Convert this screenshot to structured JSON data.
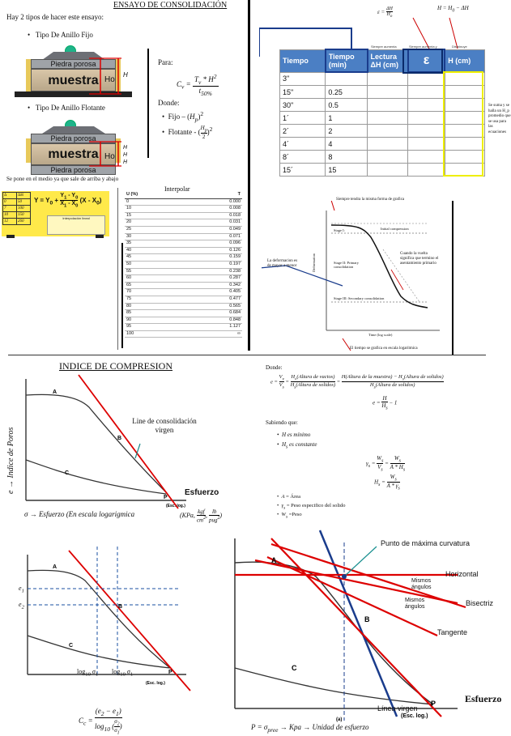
{
  "top": {
    "title": "ENSAYO DE CONSOLIDACIÓN",
    "intro": "Hay 2 tipos de hacer este ensayo:",
    "tipo_fijo": "Tipo De Anillo Fijo",
    "tipo_flotante": "Tipo De Anillo Flotante",
    "piedra_porosa": "Piedra porosa",
    "muestra": "muestra",
    "label_ho": "Ho",
    "label_h": "H",
    "note_medio": "Se pone en el medio ya que sale de arriba y abajo",
    "para": "Para:",
    "cv_formula": "C_v = T_v * H^2 / t_50%",
    "donde": "Donde:",
    "fijo": "Fijo – (H_p)^2",
    "flotante": "Flotante - (H_p/2)^2"
  },
  "interp": {
    "formula": "Y = Yo + (Y1 - Yo)/(X1 - Xo) (X - Xo)",
    "small_header": [
      "Interpolación lineal"
    ],
    "yellow_rows": [
      [
        "Δ",
        "ΔH"
      ],
      [
        "0",
        "50"
      ],
      [
        "7",
        "100"
      ],
      [
        "10",
        "150"
      ],
      [
        "12",
        "260"
      ]
    ]
  },
  "interpolar": {
    "title": "Interpolar",
    "col1": "U (%)",
    "col2": "T",
    "rows": [
      [
        "0",
        "0.000"
      ],
      [
        "10",
        "0.008"
      ],
      [
        "15",
        "0.018"
      ],
      [
        "20",
        "0.031"
      ],
      [
        "25",
        "0.049"
      ],
      [
        "30",
        "0.071"
      ],
      [
        "35",
        "0.096"
      ],
      [
        "40",
        "0.126"
      ],
      [
        "45",
        "0.159"
      ],
      [
        "50",
        "0.197"
      ],
      [
        "55",
        "0.238"
      ],
      [
        "60",
        "0.287"
      ],
      [
        "65",
        "0.342"
      ],
      [
        "70",
        "0.405"
      ],
      [
        "75",
        "0.477"
      ],
      [
        "80",
        "0.565"
      ],
      [
        "85",
        "0.684"
      ],
      [
        "90",
        "0.848"
      ],
      [
        "95",
        "1.127"
      ],
      [
        "100",
        "∞"
      ]
    ]
  },
  "lab_table": {
    "eps_formula_left": "ε = ΔH / H_o",
    "h_formula_right": "H = H_0 − ΔH",
    "tiny_headers": [
      "Siempre aumenta",
      "Siempre aumenta y",
      "Disminuye"
    ],
    "headers": [
      "Tiempo",
      "Tiempo (min)",
      "Lectura ΔH (cm)",
      "ε",
      "H (cm)"
    ],
    "rows": [
      [
        "3\"",
        ""
      ],
      [
        "15\"",
        "0.25"
      ],
      [
        "30\"",
        "0.5"
      ],
      [
        "1´",
        "1"
      ],
      [
        "2´",
        "2"
      ],
      [
        "4´",
        "4"
      ],
      [
        "8´",
        "8"
      ],
      [
        "15´",
        "15"
      ]
    ],
    "side_note": "Se suma y se halla un H_p promedio que se usa para las ecuaciones",
    "graph_caption_top": "Siempre tendra la misma forma de grafica",
    "graph_caption_bottom": "El tiempo se grafica en escala logarítmica",
    "deformacion_note": "La deformacion es de mayor a menor",
    "curve_note": "Cuando la vuelta significa que termino el asentamiento primario",
    "stage1": "Stage I:",
    "initial_comp": "Initial compression",
    "stage2": "Stage II: Primary consolidation",
    "stage3": "Stage III: Secondary consolidation",
    "x_axis": "Time (log scale)",
    "y_axis": "Deformation"
  },
  "indice": {
    "title": "INDICE DE COMPRESION",
    "y_label": "e → Indice de Poros",
    "virgin_label": "Line de consolidación virgen",
    "esfuerzo": "Esfuerzo",
    "x_caption": "σ → Esfuerzo (En escala logarigmica",
    "units": "(KPa, kgf/cm², lb/pug²)",
    "donde": "Donde:",
    "e_formula": "e = V_v/V_s = H_v(Altura de vacios)/H_s(Altura de solidos) = H(Altura de la muestra) − H_s(Altura de solidos) / H_s(Altura de solidos)",
    "e_short": "e = H/H_s − 1",
    "sabiendo": "Sabiendo que:",
    "bullet1": "H es mínimo",
    "bullet2": "H_s es constante",
    "gamma_formula": "γ_s = W_s/V_s = W_s/(A * H_s)",
    "hs_formula": "H_s = W_s/(A * γ_s)",
    "def_a": "A = Área",
    "def_g": "γ_s = Peso especifico del solido",
    "def_w": "W_s =Peso",
    "e1": "e1",
    "e2": "e2",
    "log1": "log10 σ1",
    "log2": "log10 σ1",
    "cc_formula": "C_c = (e2 − e1) / log10(σ2/σ1)",
    "punto": "Punto de máxima curvatura",
    "horizontal": "Horizontal",
    "mismos1": "Mismos ángulos",
    "mismos2": "Mismos ángulos",
    "bisectriz": "Bisectriz",
    "tangente": "Tangente",
    "linea_virgen": "Línea virgen",
    "esfuerzo2": "Esfuerzo",
    "p_caption": "P = σ_pree → Kpa → Unidad de esfuerzo",
    "letters": [
      "A",
      "B",
      "C",
      "P"
    ],
    "esc_log": "(Esc. log.)"
  }
}
